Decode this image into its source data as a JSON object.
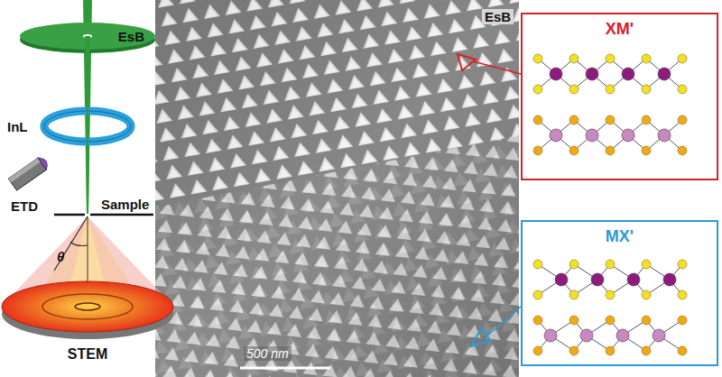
{
  "diagram": {
    "nodes": [
      {
        "text": [
          "EsB"
        ]
      },
      {
        "text": [
          "InL"
        ]
      },
      {
        "text": [
          "XM'"
        ]
      },
      {
        "text": [
          "MX'"
        ]
      }
    ],
    "labels": [
      "ETD",
      "Sample",
      "θ",
      "STEM",
      "EsB",
      "500 nm"
    ]
  }
}
